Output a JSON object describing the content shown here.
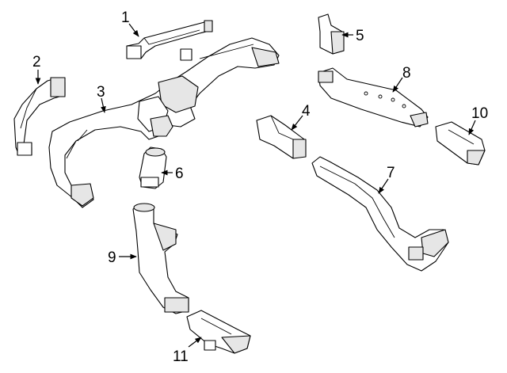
{
  "diagram": {
    "parts": [
      {
        "id": "1",
        "label": "1"
      },
      {
        "id": "2",
        "label": "2"
      },
      {
        "id": "3",
        "label": "3"
      },
      {
        "id": "4",
        "label": "4"
      },
      {
        "id": "5",
        "label": "5"
      },
      {
        "id": "6",
        "label": "6"
      },
      {
        "id": "7",
        "label": "7"
      },
      {
        "id": "8",
        "label": "8"
      },
      {
        "id": "9",
        "label": "9"
      },
      {
        "id": "10",
        "label": "10"
      },
      {
        "id": "11",
        "label": "11"
      }
    ]
  }
}
